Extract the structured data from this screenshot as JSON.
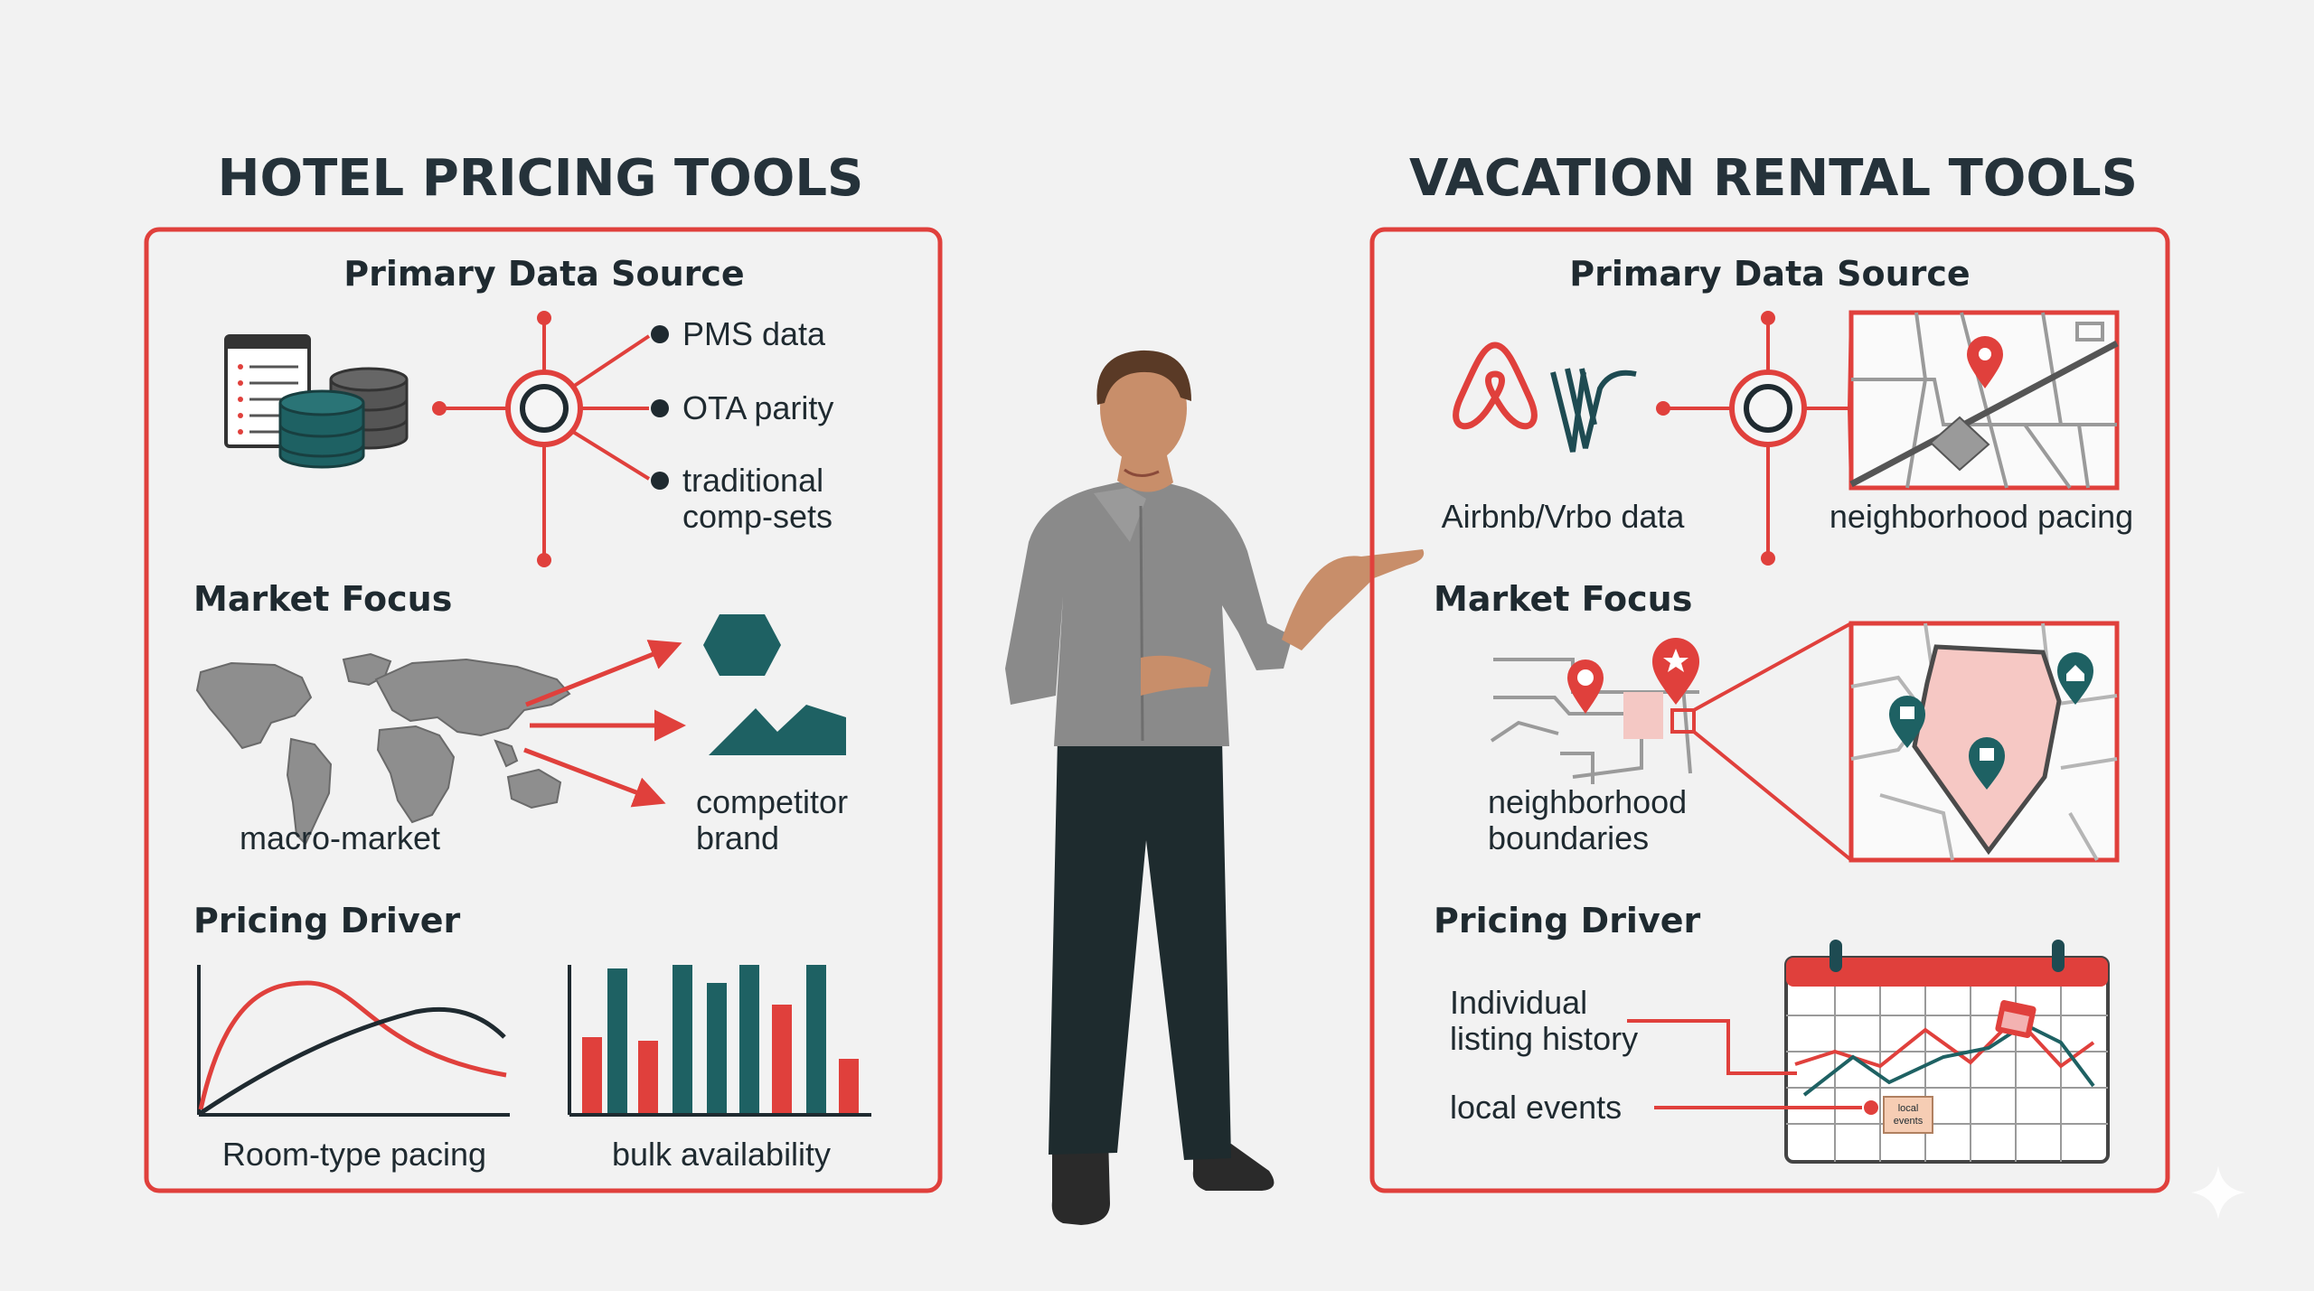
{
  "colors": {
    "accent_red": "#e0403c",
    "teal": "#1e6163",
    "dark": "#1f2a30",
    "gray": "#8e8e8e",
    "background": "#f2f2f2"
  },
  "left_panel": {
    "title": "HOTEL PRICING TOOLS",
    "primary_data_source": {
      "heading": "Primary Data Source",
      "items": [
        "PMS data",
        "OTA parity",
        "traditional",
        "comp-sets"
      ],
      "icons": [
        "document-icon",
        "database-icon",
        "hub-node-icon"
      ]
    },
    "market_focus": {
      "heading": "Market Focus",
      "macro_label": "macro-market",
      "competitor_label_1": "competitor",
      "competitor_label_2": "brand",
      "icons": [
        "world-map-icon",
        "hexagon-icon",
        "mountain-icon"
      ]
    },
    "pricing_driver": {
      "heading": "Pricing Driver",
      "chart1_label": "Room-type pacing",
      "chart2_label": "bulk availability"
    }
  },
  "right_panel": {
    "title": "VACATION RENTAL TOOLS",
    "primary_data_source": {
      "heading": "Primary Data Source",
      "source_label": "Airbnb/Vrbo data",
      "map_label": "neighborhood pacing",
      "icons": [
        "airbnb-logo-icon",
        "vrbo-logo-icon",
        "hub-node-icon",
        "map-pin-icon"
      ]
    },
    "market_focus": {
      "heading": "Market Focus",
      "label_1": "neighborhood",
      "label_2": "boundaries",
      "icons": [
        "street-map-icon",
        "map-pin-icon",
        "calendar-pin-icon",
        "home-pin-icon"
      ]
    },
    "pricing_driver": {
      "heading": "Pricing Driver",
      "history_label_1": "Individual",
      "history_label_2": "listing history",
      "events_label": "local events",
      "note_text_1": "local",
      "note_text_2": "events",
      "icons": [
        "calendar-icon",
        "calendar-event-icon"
      ]
    }
  },
  "presenter": {
    "icons": [
      "presenter-figure"
    ]
  }
}
